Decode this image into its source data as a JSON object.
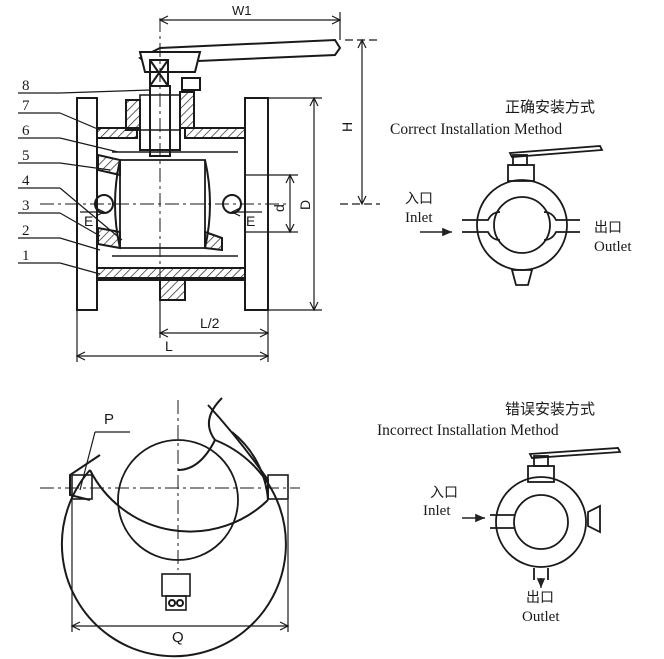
{
  "parts": [
    "1",
    "2",
    "3",
    "4",
    "5",
    "6",
    "7",
    "8"
  ],
  "dims": {
    "w1": "W1",
    "h": "H",
    "d_small": "d",
    "d_big": "D",
    "e_left": "E",
    "e_right": "E",
    "half_l": "L/2",
    "l": "L",
    "p": "P",
    "q": "Q"
  },
  "correct": {
    "title_cn": "正确安装方式",
    "title_en": "Correct Installation Method",
    "inlet_cn": "入口",
    "inlet_en": "Inlet",
    "outlet_cn": "出口",
    "outlet_en": "Outlet"
  },
  "incorrect": {
    "title_cn": "错误安装方式",
    "title_en": "Incorrect Installation Method",
    "inlet_cn": "入口",
    "inlet_en": "Inlet",
    "outlet_cn": "出口",
    "outlet_en": "Outlet"
  }
}
